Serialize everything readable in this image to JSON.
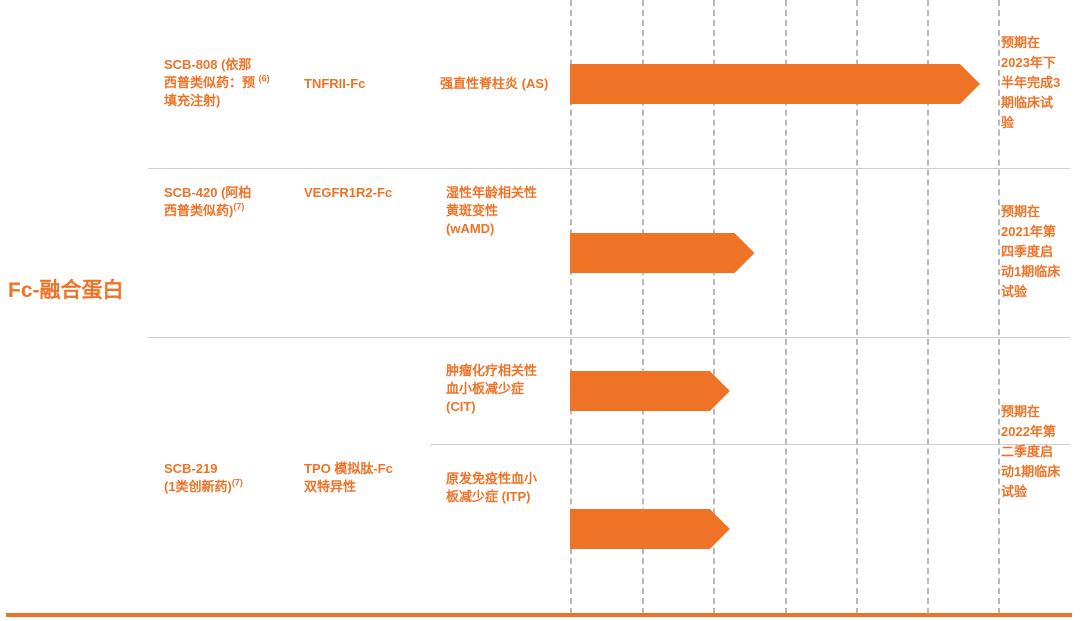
{
  "category": "Fc-融合蛋白",
  "rows": [
    {
      "product": "SCB-808 (依那西普类似药：预填充注射)",
      "product_lines": [
        "SCB-808 (依那",
        "西普类似药：预",
        "填充注射)"
      ],
      "product_ref": "(6)",
      "target": "TNFRII-Fc",
      "indications": [
        {
          "lines": [
            "强直性脊柱炎 (AS)"
          ],
          "progress": 1.0
        }
      ],
      "note": "预期在2023年下半年完成3期临床试验",
      "note_lines": [
        "预期在",
        "2023年下",
        "半年完成3",
        "期临床试",
        "验"
      ]
    },
    {
      "product": "SCB-420 (阿柏西普类似药)",
      "product_lines": [
        "SCB-420 (阿柏",
        "西普类似药)"
      ],
      "product_ref": "(7)",
      "target": "VEGFR1R2-Fc",
      "indications": [
        {
          "lines": [
            "湿性年龄相关性",
            "黄斑变性",
            "(wAMD)"
          ],
          "progress": 0.45
        }
      ],
      "note": "预期在2021年第四季度启动1期临床试验",
      "note_lines": [
        "预期在",
        "2021年第",
        "四季度启",
        "动1期临床",
        "试验"
      ]
    },
    {
      "product": "SCB-219 (1类创新药)",
      "product_lines": [
        "SCB-219",
        "(1类创新药)"
      ],
      "product_ref": "(7)",
      "target": "TPO 模拟肽-Fc 双特异性",
      "target_lines": [
        "TPO 模拟肽-Fc",
        "双特异性"
      ],
      "indications": [
        {
          "lines": [
            "肿瘤化疗相关性",
            "血小板减少症",
            "(CIT)"
          ],
          "progress": 0.39
        },
        {
          "lines": [
            "原发免疫性血小",
            "板减少症 (ITP)"
          ],
          "progress": 0.39
        }
      ],
      "note": "预期在2022年第二季度启动1期临床试验",
      "note_lines": [
        "预期在",
        "2022年第",
        "二季度启",
        "动1期临床",
        "试验"
      ]
    }
  ],
  "colors": {
    "accent": "#ef7327",
    "grid": "#b9b9b9",
    "divider": "#cfcfcf"
  }
}
